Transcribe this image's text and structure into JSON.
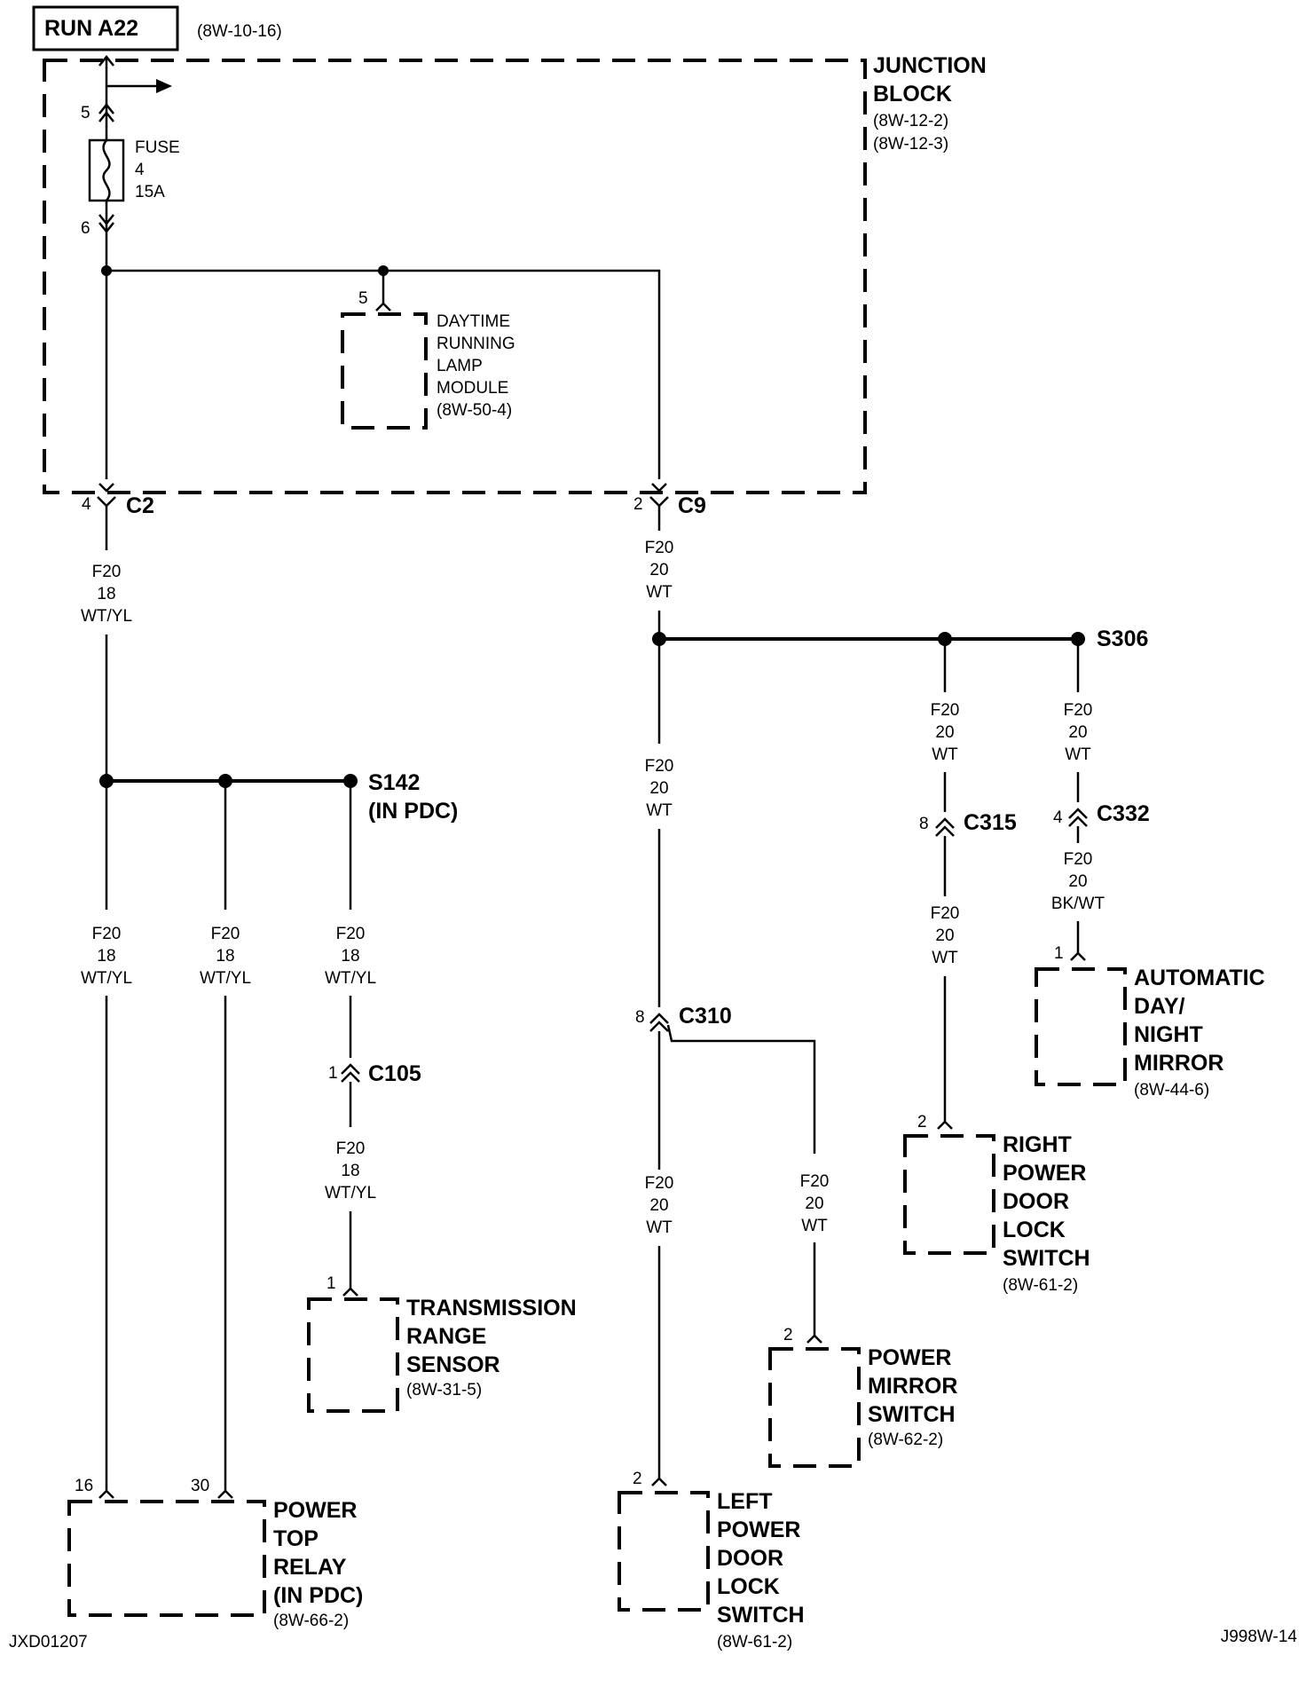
{
  "header": {
    "circuit": "RUN A22",
    "ref": "(8W-10-16)"
  },
  "junction_block": {
    "name_1": "JUNCTION",
    "name_2": "BLOCK",
    "ref_1": "(8W-12-2)",
    "ref_2": "(8W-12-3)"
  },
  "fuse": {
    "label": "FUSE",
    "number": "4",
    "rating": "15A",
    "pin_in": "5",
    "pin_out": "6"
  },
  "drl_module": {
    "pin": "5",
    "line_1": "DAYTIME",
    "line_2": "RUNNING",
    "line_3": "LAMP",
    "line_4": "MODULE",
    "ref": "(8W-50-4)"
  },
  "c2": {
    "name": "C2",
    "pin": "4"
  },
  "c9": {
    "name": "C9",
    "pin": "2"
  },
  "wire_c2": {
    "circuit": "F20",
    "gauge": "18",
    "color": "WT/YL"
  },
  "wire_c9": {
    "circuit": "F20",
    "gauge": "20",
    "color": "WT"
  },
  "s142": {
    "name": "S142",
    "sub": "(IN PDC)"
  },
  "s306": {
    "name": "S306"
  },
  "wire_s142_a": {
    "circuit": "F20",
    "gauge": "18",
    "color": "WT/YL"
  },
  "wire_s142_b": {
    "circuit": "F20",
    "gauge": "18",
    "color": "WT/YL"
  },
  "wire_s142_c": {
    "circuit": "F20",
    "gauge": "18",
    "color": "WT/YL"
  },
  "c105": {
    "name": "C105",
    "pin": "1"
  },
  "wire_c105": {
    "circuit": "F20",
    "gauge": "18",
    "color": "WT/YL"
  },
  "trs": {
    "pin": "1",
    "line_1": "TRANSMISSION",
    "line_2": "RANGE",
    "line_3": "SENSOR",
    "ref": "(8W-31-5)"
  },
  "power_top_relay": {
    "pin_a": "16",
    "pin_b": "30",
    "line_1": "POWER",
    "line_2": "TOP",
    "line_3": "RELAY",
    "line_4": "(IN PDC)",
    "ref": "(8W-66-2)"
  },
  "wire_left_trunk": {
    "circuit": "F20",
    "gauge": "20",
    "color": "WT"
  },
  "c310": {
    "name": "C310",
    "pin": "8"
  },
  "wire_left_door": {
    "circuit": "F20",
    "gauge": "20",
    "color": "WT"
  },
  "wire_mirror_switch": {
    "circuit": "F20",
    "gauge": "20",
    "color": "WT"
  },
  "left_door_lock": {
    "pin": "2",
    "line_1": "LEFT",
    "line_2": "POWER",
    "line_3": "DOOR",
    "line_4": "LOCK",
    "line_5": "SWITCH",
    "ref": "(8W-61-2)"
  },
  "power_mirror_switch": {
    "pin": "2",
    "line_1": "POWER",
    "line_2": "MIRROR",
    "line_3": "SWITCH",
    "ref": "(8W-62-2)"
  },
  "wire_s306_a": {
    "circuit": "F20",
    "gauge": "20",
    "color": "WT"
  },
  "c315": {
    "name": "C315",
    "pin": "8"
  },
  "wire_c315": {
    "circuit": "F20",
    "gauge": "20",
    "color": "WT"
  },
  "right_door_lock": {
    "pin": "2",
    "line_1": "RIGHT",
    "line_2": "POWER",
    "line_3": "DOOR",
    "line_4": "LOCK",
    "line_5": "SWITCH",
    "ref": "(8W-61-2)"
  },
  "wire_s306_b": {
    "circuit": "F20",
    "gauge": "20",
    "color": "WT"
  },
  "c332": {
    "name": "C332",
    "pin": "4"
  },
  "wire_c332": {
    "circuit": "F20",
    "gauge": "20",
    "color": "BK/WT"
  },
  "auto_mirror": {
    "pin": "1",
    "line_1": "AUTOMATIC",
    "line_2": "DAY/",
    "line_3": "NIGHT",
    "line_4": "MIRROR",
    "ref": "(8W-44-6)"
  },
  "footer": {
    "left_code": "JXD01207",
    "right_code": "J998W-14"
  }
}
